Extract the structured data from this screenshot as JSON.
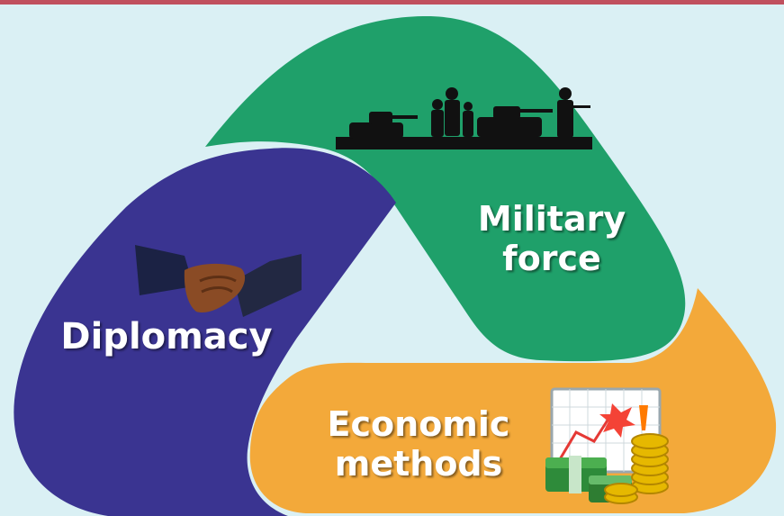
{
  "diagram": {
    "segments": [
      {
        "label_line1": "Military",
        "label_line2": "force",
        "color": "#1fa06a",
        "icon": "soldiers-silhouette-icon"
      },
      {
        "label_line1": "Diplomacy",
        "color": "#3a3491",
        "icon": "handshake-icon"
      },
      {
        "label_line1": "Economic",
        "label_line2": "methods",
        "color": "#f3a93a",
        "icon": "chart-money-icon"
      }
    ]
  },
  "colors": {
    "background": "#daf0f4",
    "top_bar": "#c0505e"
  }
}
